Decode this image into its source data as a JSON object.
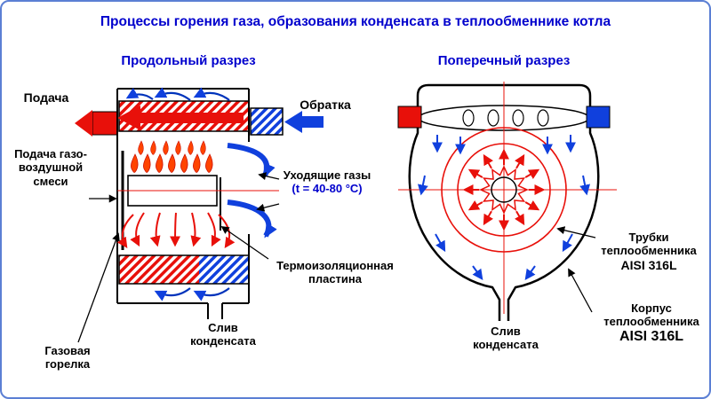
{
  "title": "Процессы горения газа, образования конденсата в теплообменнике котла",
  "colors": {
    "hot": "#e8100a",
    "cold": "#1040dd",
    "accent_text": "#0000cd",
    "label_text": "#000000"
  },
  "longitudinal": {
    "subtitle": "Продольный разрез",
    "supply_label": "Подача",
    "return_label": "Обратка",
    "gas_air_label": "Подача газо-воздушной смеси",
    "exhaust_label": "Уходящие газы",
    "exhaust_temp": "(t = 40-80 °C)",
    "insulation_label": "Термоизоляционная пластина",
    "drain_label": "Слив конденсата",
    "burner_label": "Газовая горелка"
  },
  "cross": {
    "subtitle": "Поперечный разрез",
    "tubes_label": "Трубки теплообменника",
    "tubes_material": "AISI 316L",
    "casing_label": "Корпус теплообменника",
    "casing_material": "AISI 316L",
    "drain_label": "Слив конденсата"
  }
}
